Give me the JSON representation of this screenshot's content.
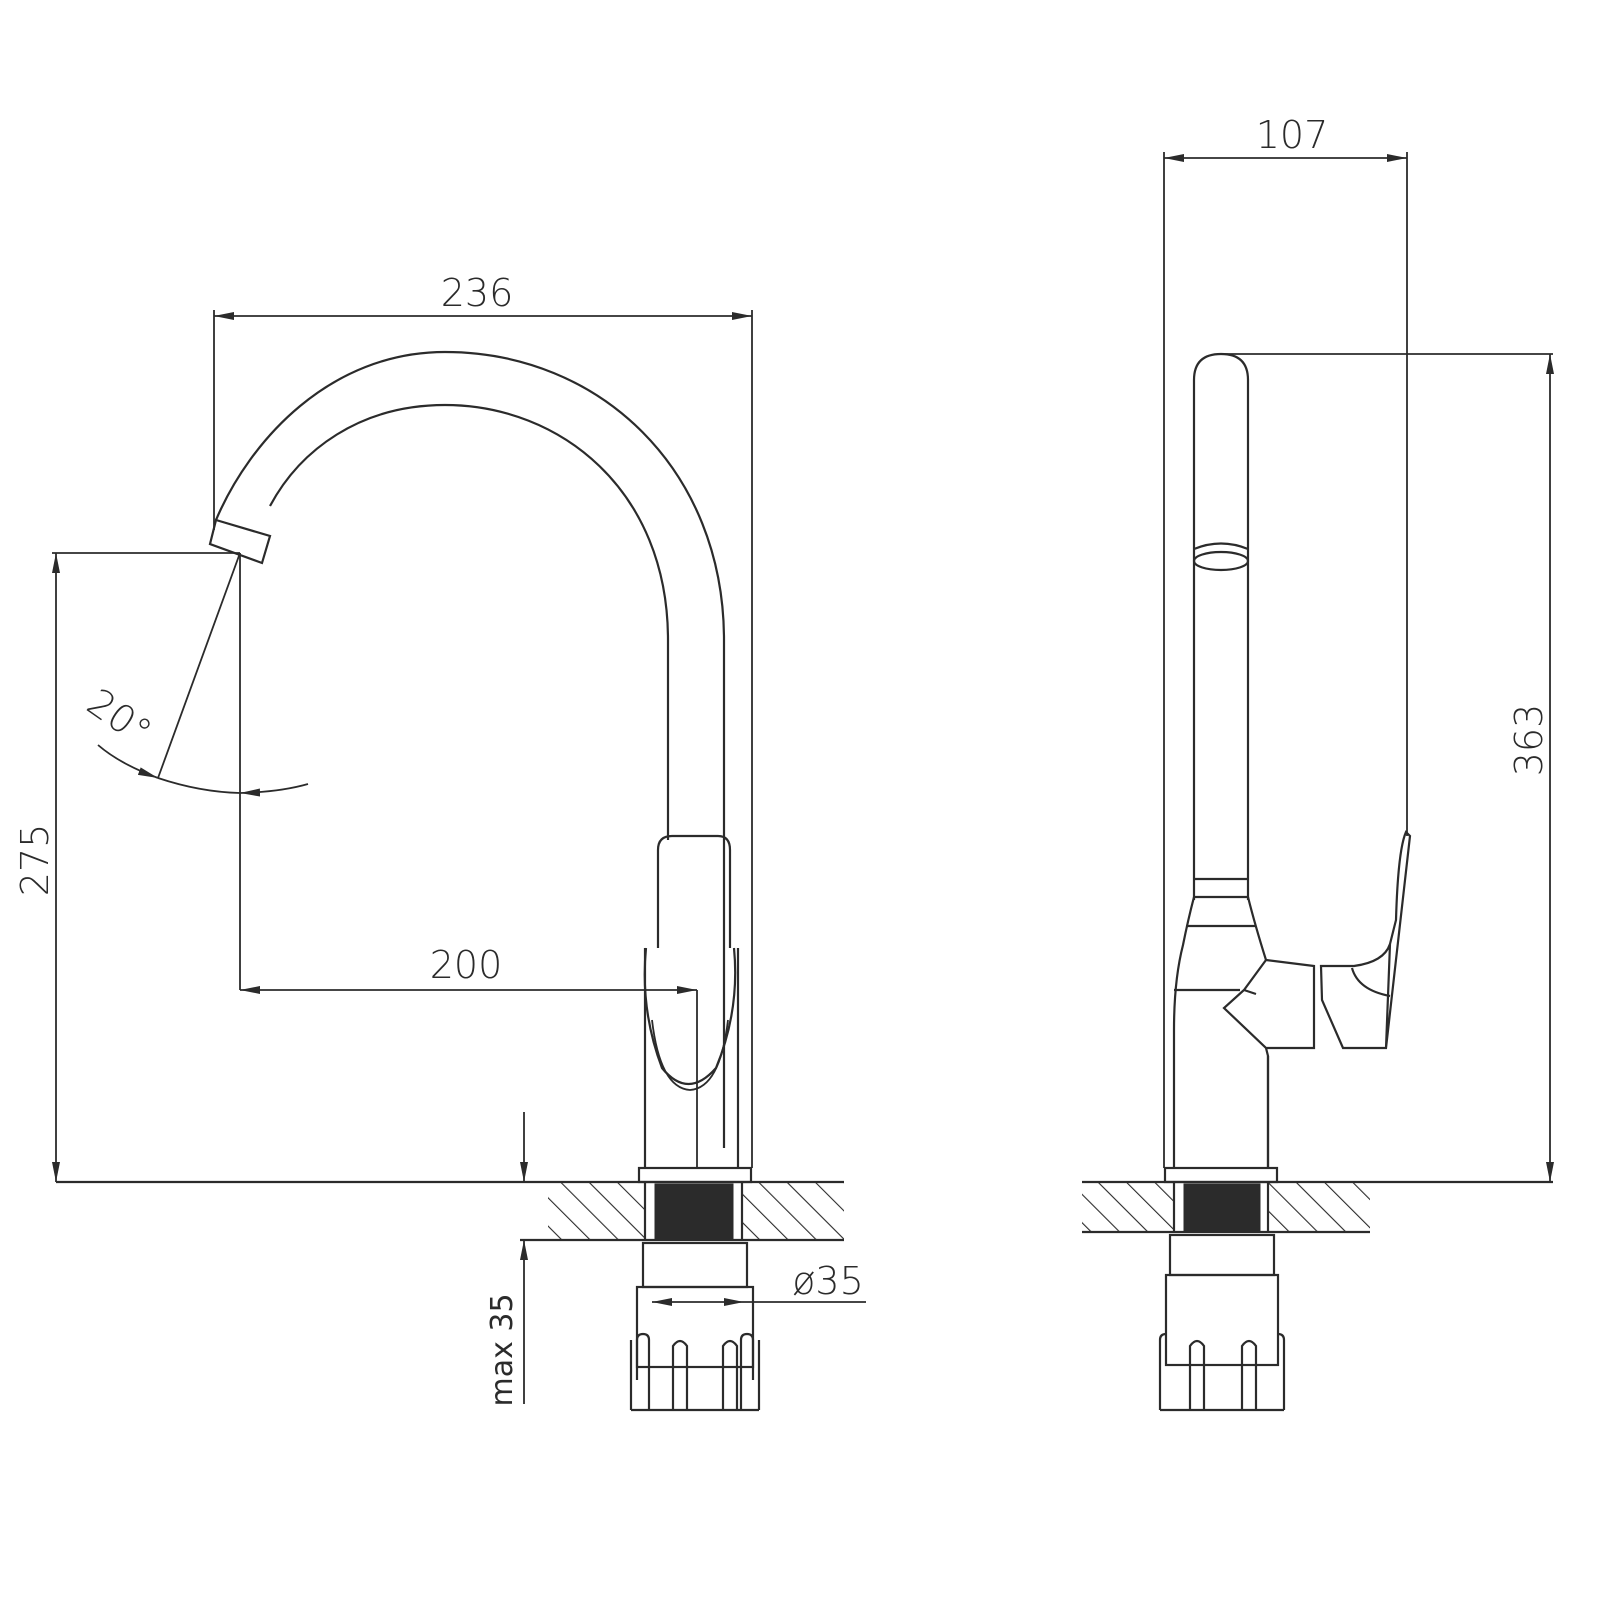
{
  "drawing": {
    "subject": "Kitchen faucet technical drawing",
    "views": [
      "front-view",
      "side-view"
    ],
    "line_color": "#2b2b2b",
    "background": "#ffffff"
  },
  "front_view": {
    "dimensions": {
      "spout_reach_total": "236",
      "spout_reach_center": "200",
      "spout_height": "275",
      "swivel_angle": "20°",
      "mounting_hole_diameter": "ø35",
      "max_countertop_thickness": "max 35"
    }
  },
  "side_view": {
    "dimensions": {
      "depth": "107",
      "total_height": "363"
    }
  }
}
